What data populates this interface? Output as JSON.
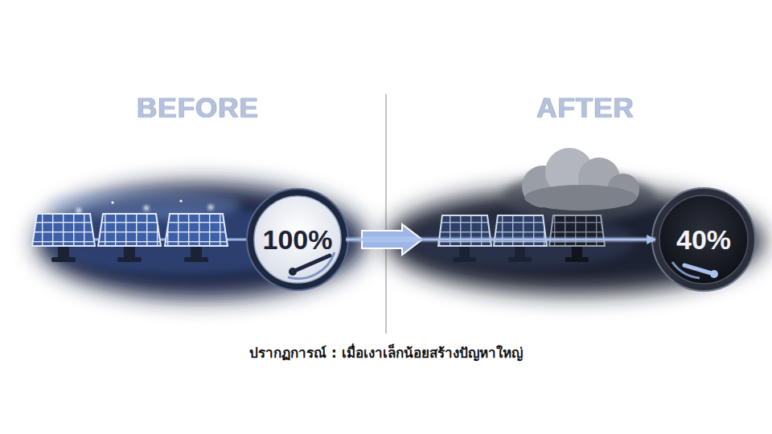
{
  "diagram": {
    "caption": "ปรากฏการณ์ : เมื่อเงาเล็กน้อยสร้างปัญหาใหญ่",
    "nodes": [
      {
        "text": [
          "100%"
        ]
      },
      {
        "text": [
          "40%"
        ]
      }
    ],
    "edges": [
      {
        "from": 0,
        "to": 1,
        "arrow": "to"
      }
    ],
    "labels": [
      "BEFORE",
      "AFTER"
    ]
  }
}
